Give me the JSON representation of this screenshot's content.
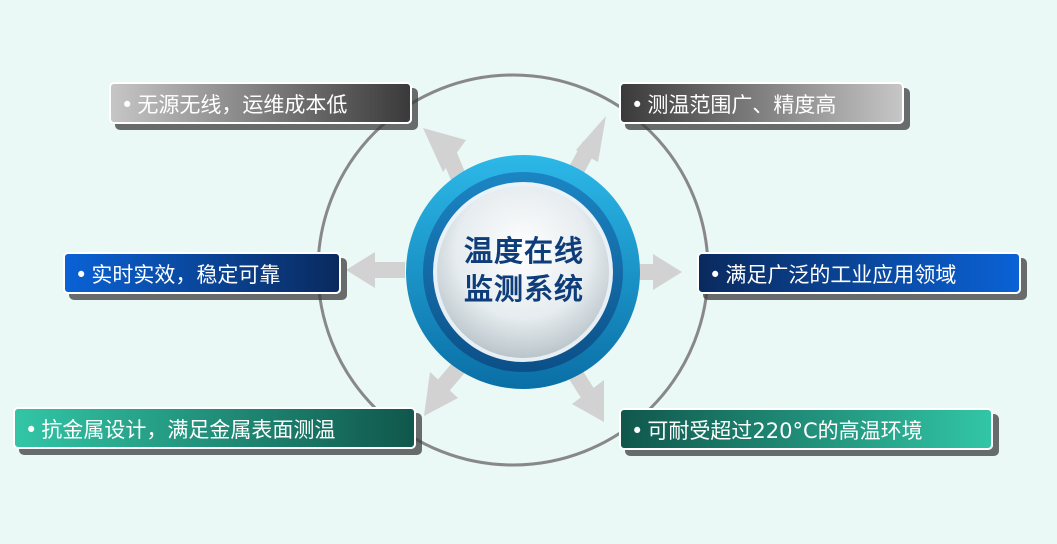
{
  "center": {
    "line1": "温度在线",
    "line2": "监测系统"
  },
  "bullet": "•",
  "features": [
    {
      "id": "top-left",
      "text": "无源无线，运维成本低"
    },
    {
      "id": "top-right",
      "text": "测温范围广、精度高"
    },
    {
      "id": "mid-left",
      "text": "实时实效，稳定可靠"
    },
    {
      "id": "mid-right",
      "text": "满足广泛的工业应用领域"
    },
    {
      "id": "bottom-left",
      "text": "抗金属设计，满足金属表面测温"
    },
    {
      "id": "bottom-right",
      "text": "可耐受超过220°C的高温环境"
    }
  ],
  "colors": {
    "background": "#eaf8f6",
    "gray_box": [
      "#c4c4c4",
      "#3a3a3a"
    ],
    "blue_box": [
      "#0a5fd0",
      "#0a2a5e"
    ],
    "green_box": [
      "#2fc1a3",
      "#10574c"
    ],
    "center_text": "#0e3d7a"
  }
}
